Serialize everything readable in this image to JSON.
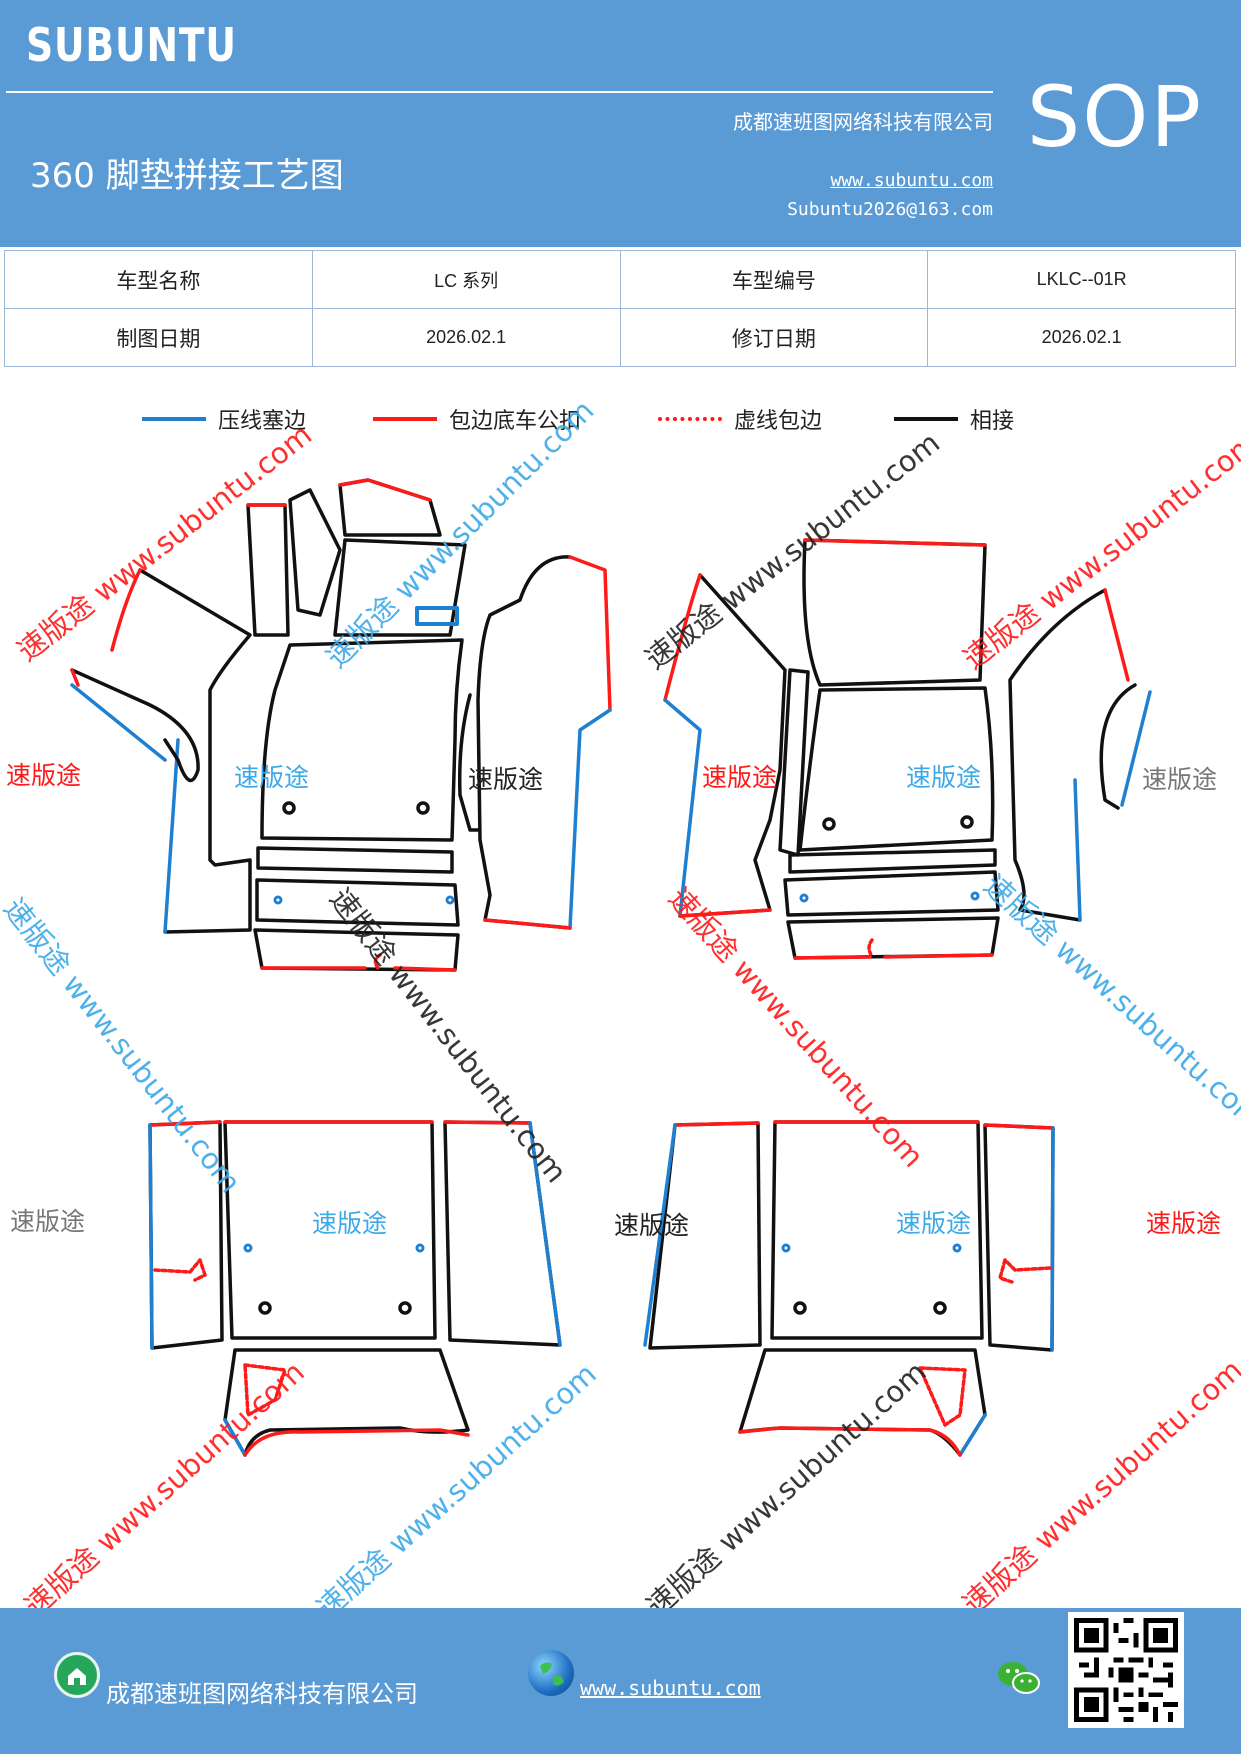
{
  "header": {
    "brand": "SUBUNTU",
    "company": "成都速班图网络科技有限公司",
    "title": "360 脚垫拼接工艺图",
    "website": "www.subuntu.com",
    "email": "Subuntu2026@163.com",
    "badge": "SOP"
  },
  "info_table": {
    "rows": [
      [
        "车型名称",
        "LC 系列",
        "车型编号",
        "LKLC--01R"
      ],
      [
        "制图日期",
        "2026.02.1",
        "修订日期",
        "2026.02.1"
      ]
    ]
  },
  "legend": [
    {
      "label": "压线塞边",
      "color": "#1f7fd1",
      "style": "solid"
    },
    {
      "label": "包边底车公扣",
      "color": "#ff1a1a",
      "style": "solid"
    },
    {
      "label": "虚线包边",
      "color": "#ff1a1a",
      "style": "dotted"
    },
    {
      "label": "相接",
      "color": "#111111",
      "style": "solid"
    }
  ],
  "watermarks": {
    "brand_text": "速版途",
    "diagonal_text": "速版途 www.subuntu.com",
    "diagonal_text_reverse": "www.subuntu.com",
    "colors": {
      "red": "#ff1a1a",
      "blue": "#3da9e8",
      "black": "#222222",
      "gray": "#777777"
    }
  },
  "footer": {
    "company": "成都速班图网络科技有限公司",
    "website": "www.subuntu.com",
    "icons": [
      "house-icon",
      "globe-icon",
      "wechat-icon",
      "qr-code"
    ]
  },
  "colors": {
    "header_bg": "#5b9bd5",
    "blue_edge": "#1f7fd1",
    "red_edge": "#ff1a1a",
    "black_edge": "#111111"
  }
}
